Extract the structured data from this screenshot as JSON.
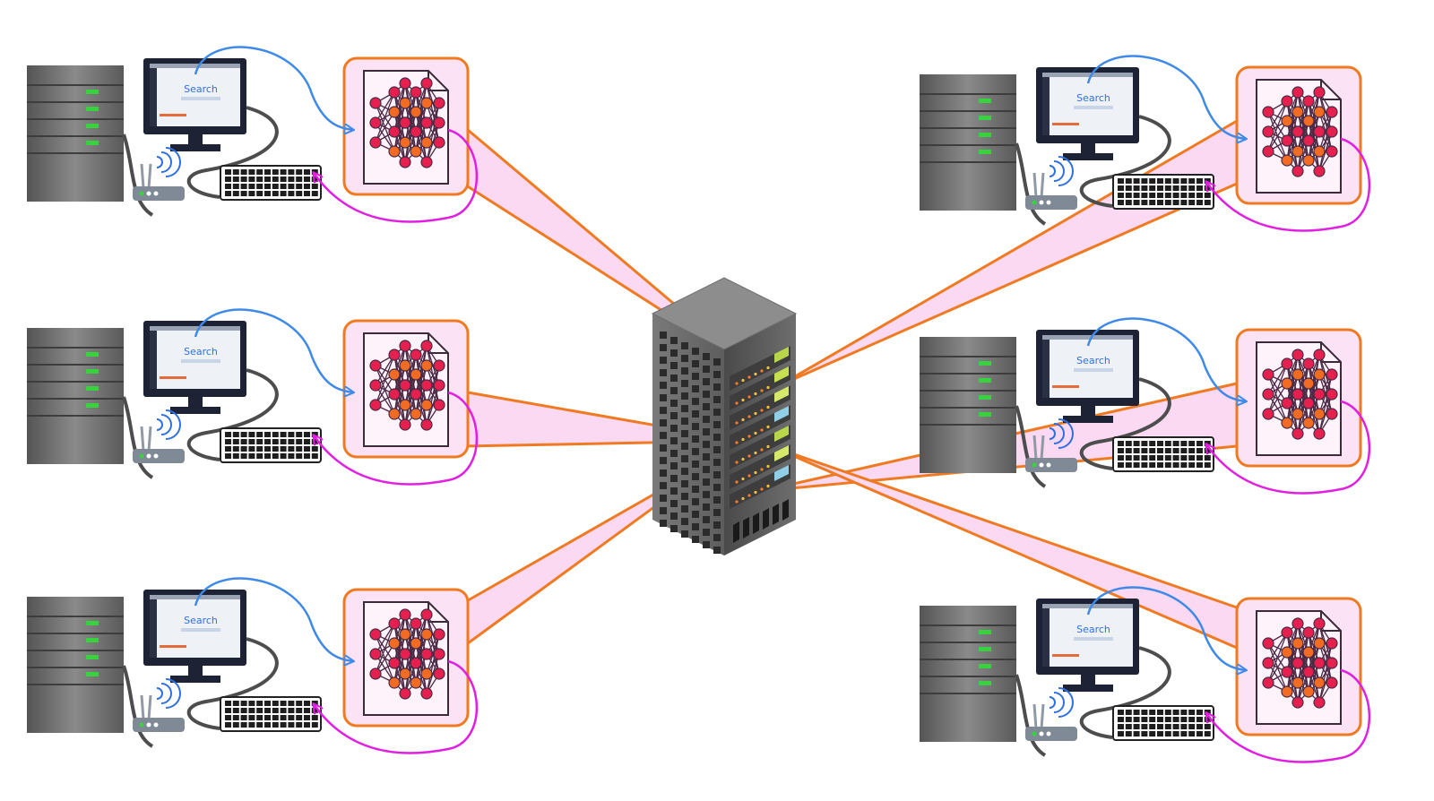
{
  "diagram": {
    "search_label": "Search",
    "colors": {
      "sync_line": "#f07a21",
      "sync_fill": "#fbd9f3",
      "model_border": "#f07a21",
      "model_bg": "#fbe3f5",
      "upload_arrow": "#3f8ae8",
      "feedback_arrow": "#e01fe0",
      "node_red": "#e5204f",
      "node_orange": "#f26b22",
      "tower_body": "#6d6d6d",
      "led_green": "#38d23f",
      "monitor_frame": "#1d2235"
    },
    "clients": [
      {
        "side": "left",
        "row": 0
      },
      {
        "side": "left",
        "row": 1
      },
      {
        "side": "left",
        "row": 2
      },
      {
        "side": "right",
        "row": 0
      },
      {
        "side": "right",
        "row": 1
      },
      {
        "side": "right",
        "row": 2
      }
    ],
    "icons": [
      "client-server-icon",
      "monitor-icon",
      "wifi-router-icon",
      "keyboard-icon",
      "neural-network-model-icon",
      "central-server-rack-icon"
    ]
  }
}
